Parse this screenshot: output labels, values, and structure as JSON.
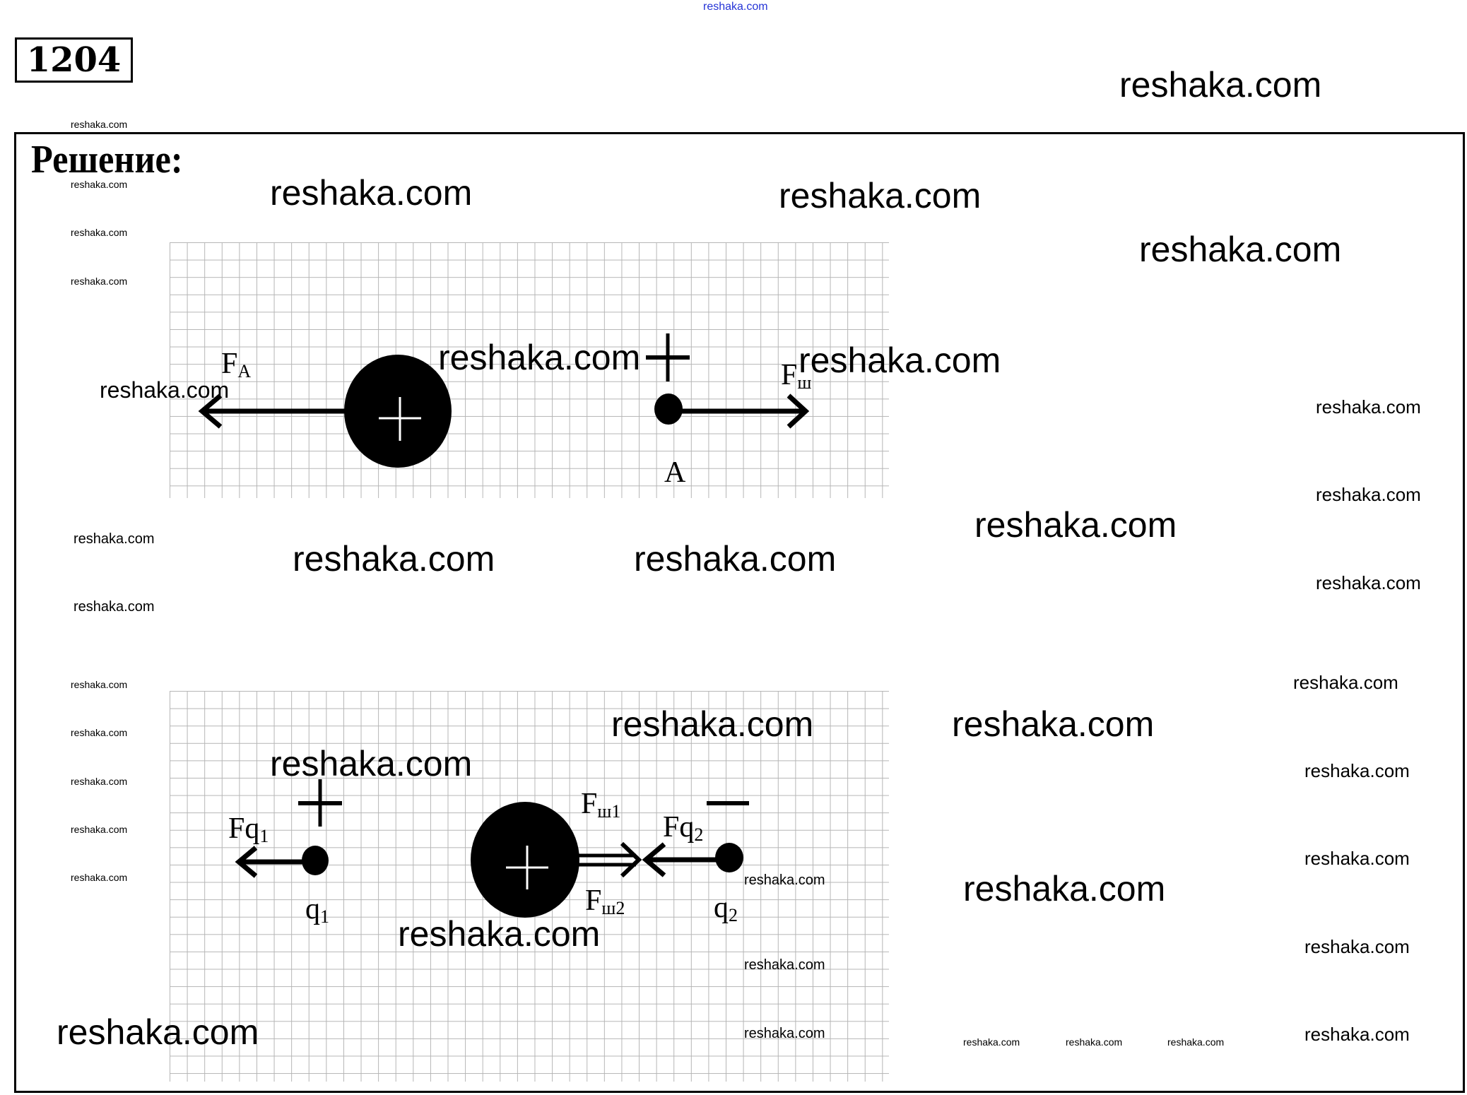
{
  "problem_number": "1204",
  "heading": "Решение:",
  "watermarks": [
    "reshaka.com",
    "reshaka.com",
    "reshaka.com",
    "reshaka.com",
    "reshaka.com",
    "reshaka.com",
    "reshaka.com",
    "reshaka.com",
    "reshaka.com",
    "reshaka.com",
    "reshaka.com",
    "reshaka.com",
    "reshaka.com",
    "reshaka.com",
    "reshaka.com",
    "reshaka.com",
    "reshaka.com",
    "reshaka.com",
    "reshaka.com",
    "reshaka.com",
    "reshaka.com",
    "reshaka.com",
    "reshaka.com",
    "reshaka.com",
    "reshaka.com",
    "reshaka.com",
    "reshaka.com",
    "reshaka.com",
    "reshaka.com",
    "reshaka.com",
    "reshaka.com",
    "reshaka.com",
    "reshaka.com",
    "reshaka.com",
    "reshaka.com",
    "reshaka.com",
    "reshaka.com",
    "reshaka.com",
    "reshaka.com",
    "reshaka.com",
    "reshaka.com"
  ],
  "diagram1": {
    "fa": {
      "main": "F",
      "sub": "A"
    },
    "fsh": {
      "main": "F",
      "sub": "ш"
    },
    "point": "A"
  },
  "diagram2": {
    "fq1": {
      "main": "Fq",
      "sub": "1"
    },
    "q1": {
      "main": "q",
      "sub": "1"
    },
    "fsh1": {
      "main": "F",
      "sub": "ш1"
    },
    "fsh2": {
      "main": "F",
      "sub": "ш2"
    },
    "fq2": {
      "main": "Fq",
      "sub": "2"
    },
    "q2": {
      "main": "q",
      "sub": "2"
    }
  }
}
